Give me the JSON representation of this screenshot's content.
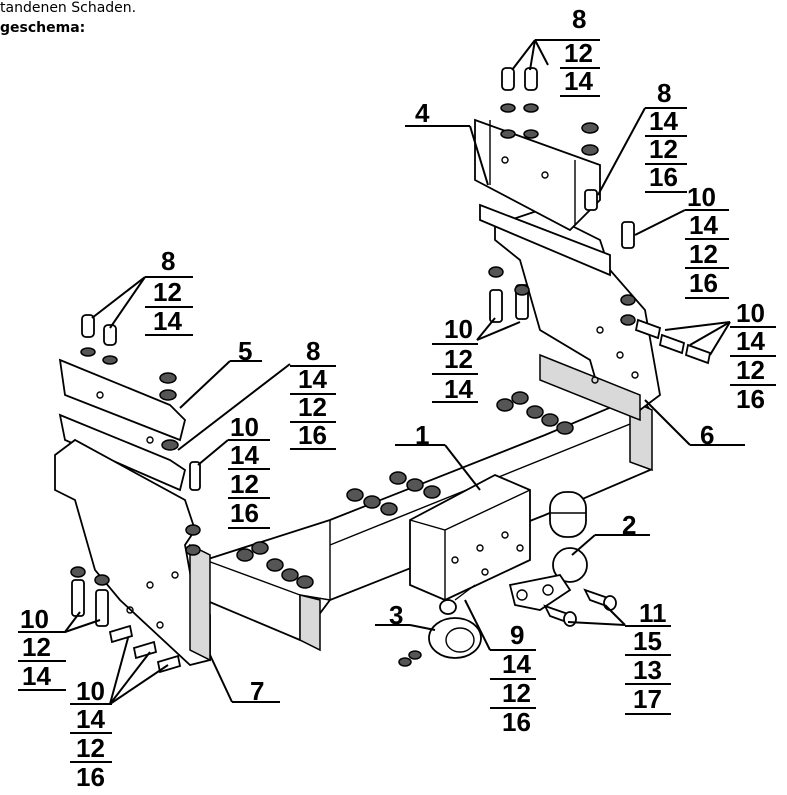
{
  "header": {
    "line1": "tandenen Schaden.",
    "line2": "geschema:"
  },
  "callouts": {
    "b8top": [
      "8",
      "12",
      "14"
    ],
    "b8topr": [
      "8",
      "14",
      "12",
      "16"
    ],
    "b4": [
      "4"
    ],
    "b10r": [
      "10",
      "14",
      "12",
      "16"
    ],
    "b10mid": [
      "10",
      "12",
      "14"
    ],
    "b10rr": [
      "10",
      "14",
      "12",
      "16"
    ],
    "b6": [
      "6"
    ],
    "b1": [
      "1"
    ],
    "b2": [
      "2"
    ],
    "b8left": [
      "8",
      "12",
      "14"
    ],
    "b5": [
      "5"
    ],
    "b8l2": [
      "8",
      "14",
      "12",
      "16"
    ],
    "b10l": [
      "10",
      "14",
      "12",
      "16"
    ],
    "b3": [
      "3"
    ],
    "b9": [
      "9",
      "14",
      "12",
      "16"
    ],
    "b11": [
      "11",
      "15",
      "13",
      "17"
    ],
    "b10ll": [
      "10",
      "12",
      "14"
    ],
    "b10lb": [
      "10",
      "14",
      "12",
      "16"
    ],
    "b7": [
      "7"
    ]
  }
}
